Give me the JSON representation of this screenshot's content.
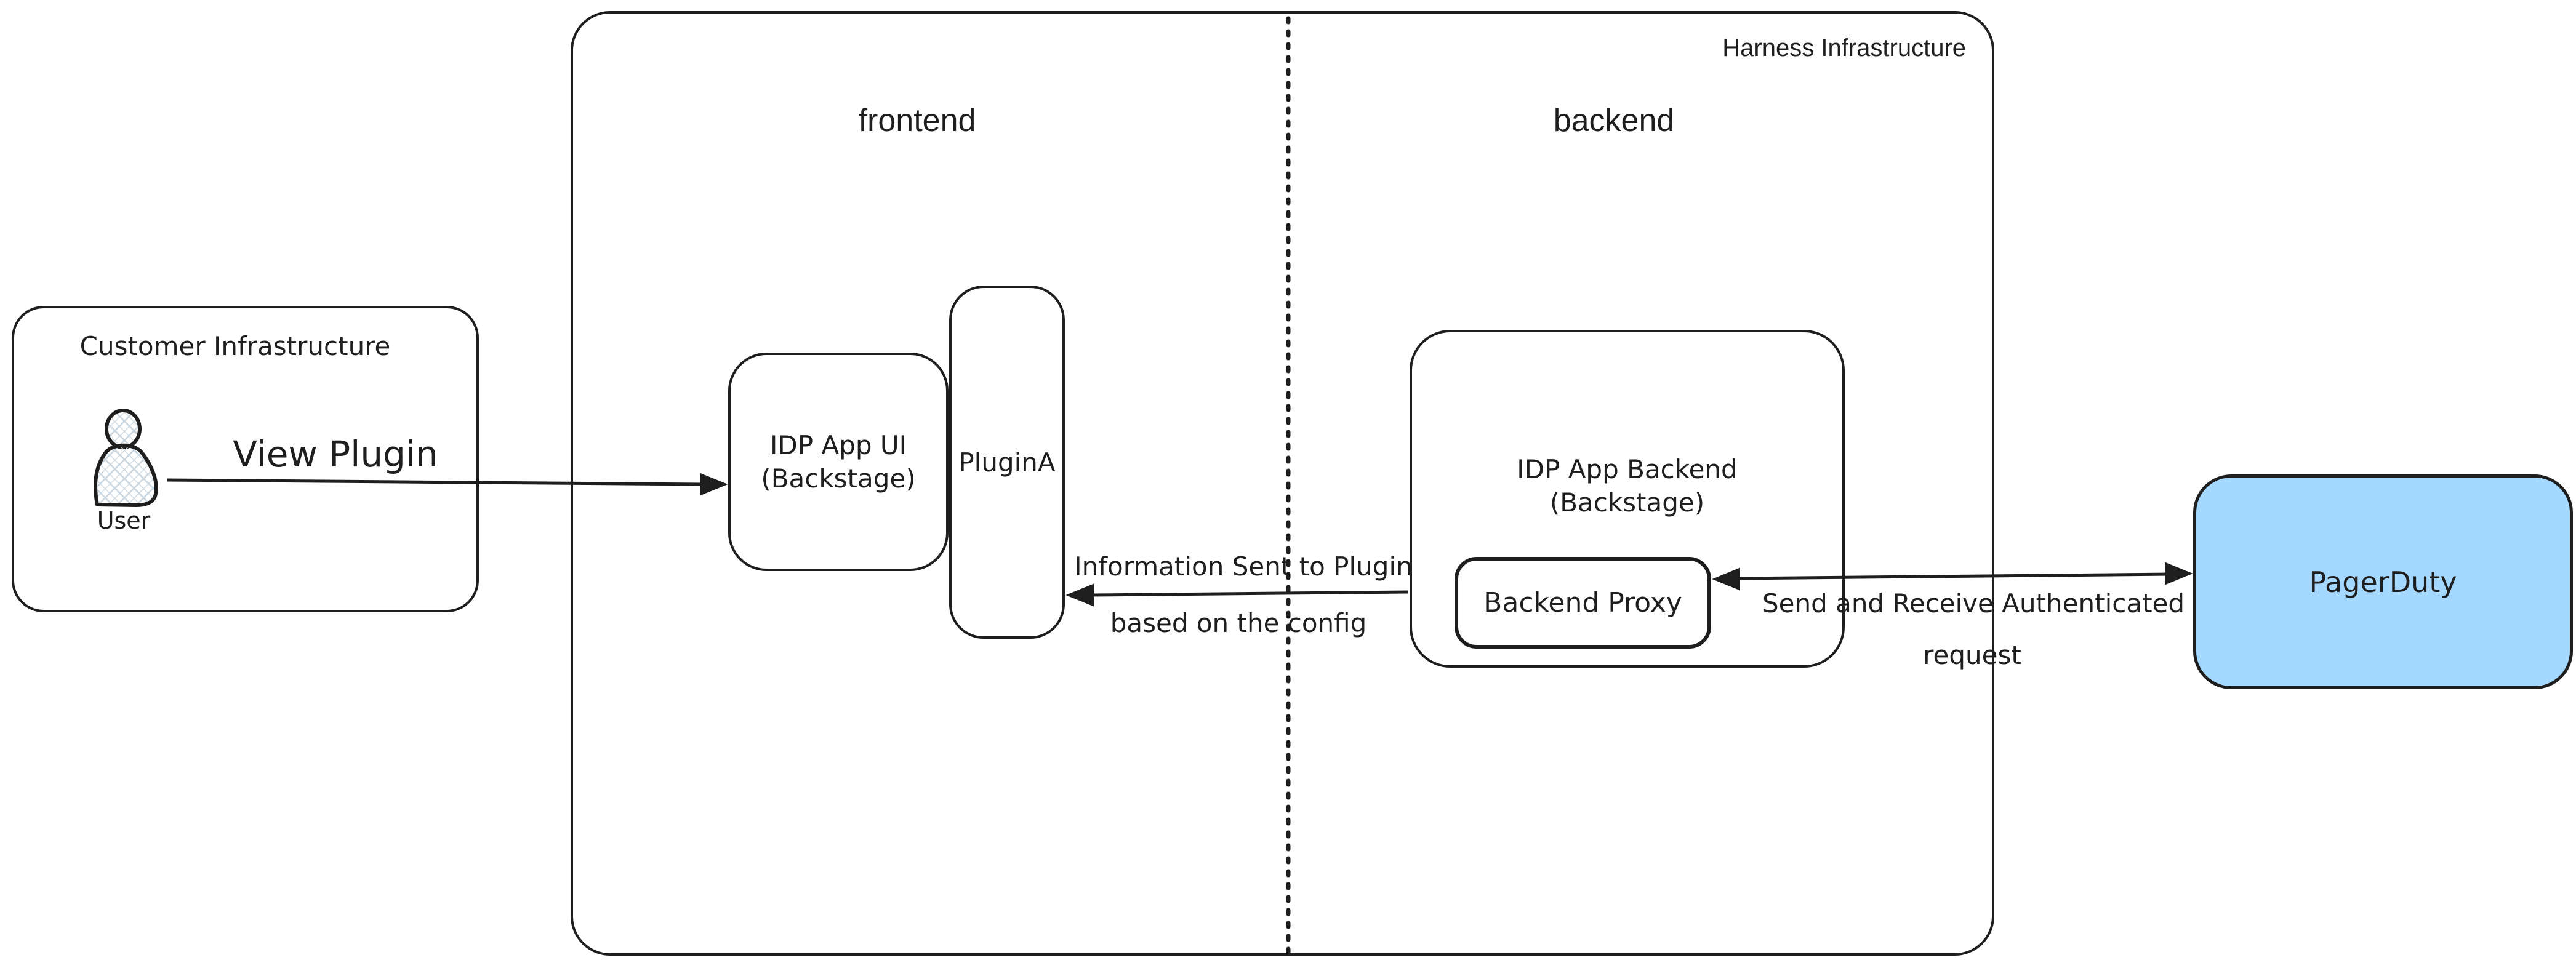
{
  "diagram": {
    "stroke_color": "#1e1e1e",
    "background_color": "#ffffff",
    "crosshatch_color": "#c9d6e0"
  },
  "harness": {
    "title": "Harness Infrastructure",
    "frontend_label": "frontend",
    "backend_label": "backend"
  },
  "customer": {
    "title": "Customer Infrastructure",
    "user_label": "User"
  },
  "nodes": {
    "idp_app_ui": {
      "line1": "IDP App UI",
      "line2": "(Backstage)"
    },
    "plugin_a": {
      "label": "PluginA"
    },
    "idp_app_backend": {
      "line1": "IDP App Backend",
      "line2": "(Backstage)"
    },
    "backend_proxy": {
      "label": "Backend Proxy"
    },
    "pagerduty": {
      "label": "PagerDuty",
      "fill": "#a5d8ff"
    }
  },
  "arrows": {
    "view_plugin": {
      "label": "View Plugin"
    },
    "info_to_plugin": {
      "line1": "Information Sent to Plugin",
      "line2": "based on the config"
    },
    "auth_request": {
      "line1": "Send and Receive Authenticated",
      "line2": "request"
    }
  }
}
